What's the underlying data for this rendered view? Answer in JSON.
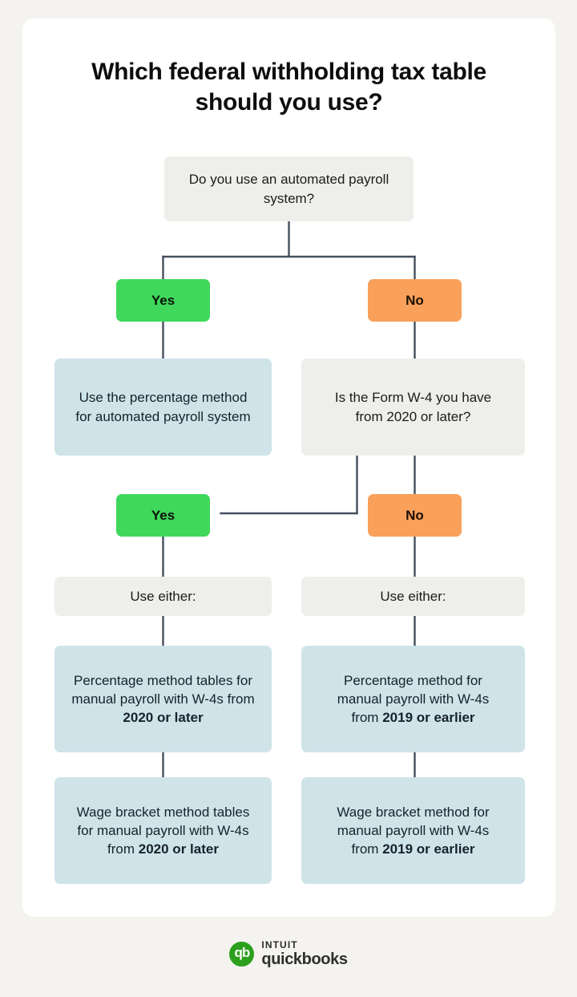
{
  "page": {
    "background_color": "#f4f3ef",
    "card_color": "#ffffff",
    "title": "Which federal withholding tax table should you use?"
  },
  "colors": {
    "yes_green": "#3fd85c",
    "no_orange": "#f9a05a",
    "answer_blue": "#cfe4e9",
    "question_gray": "#eeeeea",
    "connector_line": "#454f5e",
    "brand_green": "#2ca01c"
  },
  "flow": {
    "root_question": "Do you use an automated payroll system?",
    "branch_1_yes_label": "Yes",
    "branch_1_no_label": "No",
    "yes_outcome": "Use the percentage method for automated payroll system",
    "no_question": "Is the Form W-4 you have from 2020 or later?",
    "branch_2_yes_label": "Yes",
    "branch_2_no_label": "No",
    "left_use_either": "Use either:",
    "right_use_either": "Use either:",
    "left_option_1_plain": "Percentage method tables for manual payroll with W-4s from ",
    "left_option_1_bold": "2020 or later",
    "left_option_2_plain": "Wage bracket method tables for manual payroll with W-4s from ",
    "left_option_2_bold": "2020 or later",
    "right_option_1_plain": "Percentage method for manual payroll with W-4s from ",
    "right_option_1_bold": "2019 or earlier",
    "right_option_2_plain": "Wage bracket method for manual payroll with W-4s from ",
    "right_option_2_bold": "2019 or earlier"
  },
  "footer": {
    "logo_mark_text": "qb",
    "brand_top": "INTUIT",
    "brand_bottom": "quickbooks"
  }
}
